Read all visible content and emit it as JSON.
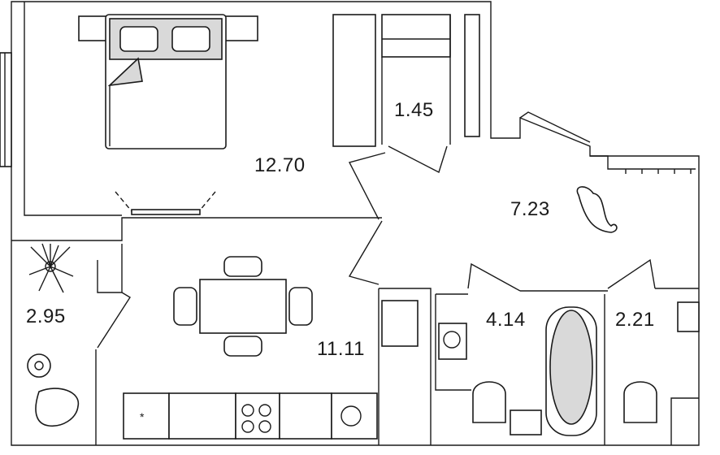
{
  "rooms": [
    {
      "id": "bedroom",
      "area": "12.70"
    },
    {
      "id": "wardrobe",
      "area": "1.45"
    },
    {
      "id": "hallway",
      "area": "7.23"
    },
    {
      "id": "balcony",
      "area": "2.95"
    },
    {
      "id": "kitchen-living",
      "area": "11.11"
    },
    {
      "id": "bathroom",
      "area": "4.14"
    },
    {
      "id": "toilet",
      "area": "2.21"
    }
  ],
  "colors": {
    "line": "#1a1a1a",
    "fill_furniture": "#d9d9d9",
    "background": "#ffffff"
  }
}
